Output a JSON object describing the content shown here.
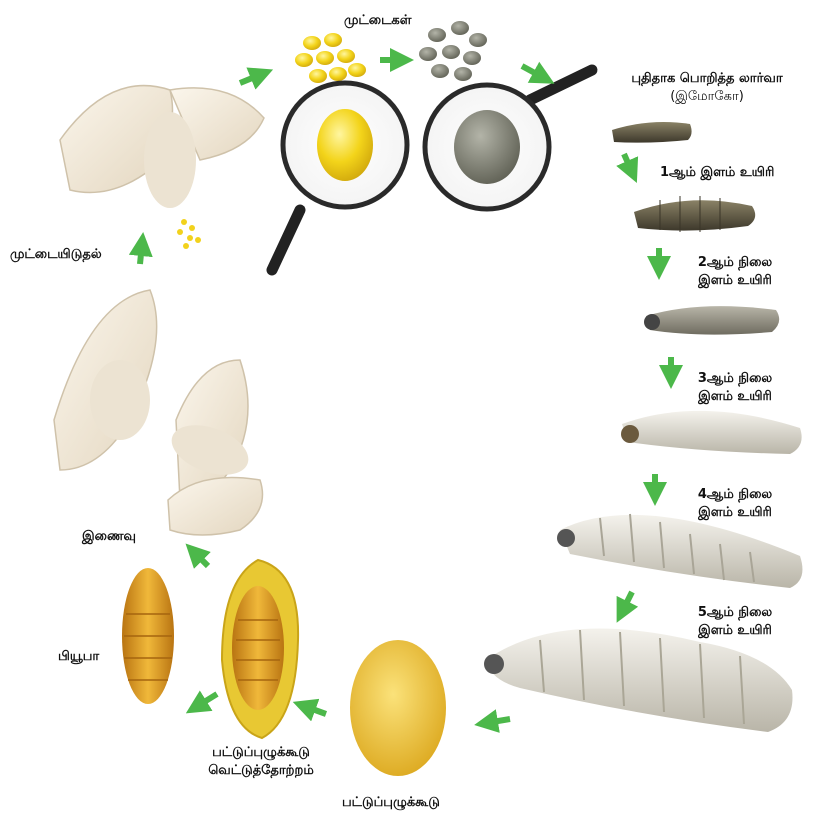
{
  "labels": {
    "eggs": "முட்டைகள்",
    "hatchling_line1": "புதிதாக பொறித்த லார்வா",
    "hatchling_line2": "(இமோகோ)",
    "instar1": "1ஆம் இளம் உயிரி",
    "instar2_line1": "2ஆம் நிலை",
    "instar2_line2": "இளம் உயிரி",
    "instar3_line1": "3ஆம் நிலை",
    "instar3_line2": "இளம் உயிரி",
    "instar4_line1": "4ஆம் நிலை",
    "instar4_line2": "இளம் உயிரி",
    "instar5_line1": "5ஆம் நிலை",
    "instar5_line2": "இளம் உயிரி",
    "cocoon": "பட்டுப்புழுக்கூடு",
    "cut_cocoon_line1": "பட்டுப்புழுக்கூடு",
    "cut_cocoon_line2": "வெட்டுத்தோற்றம்",
    "pupa": "பியூபா",
    "mating": "இணைவு",
    "egg_laying": "முட்டையிடுதல்"
  },
  "colors": {
    "arrow": "#4cb84a",
    "egg_fresh": "#f2d21c",
    "egg_old": "#7d7e72",
    "larva_dark": "#4a4434",
    "larva_white": "#e6e3da",
    "cocoon": "#eec234",
    "pupa": "#d99a22",
    "moth": "#f1e8d8"
  }
}
